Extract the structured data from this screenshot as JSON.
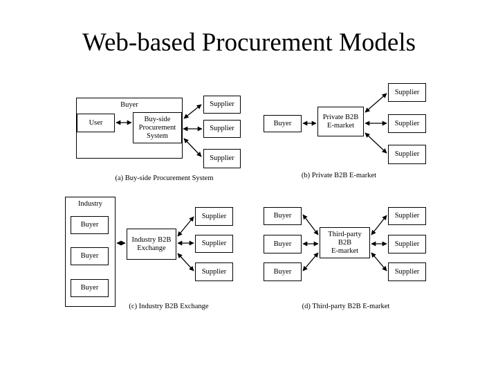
{
  "slide": {
    "title": "Web-based Procurement Models",
    "background_color": "#ffffff",
    "line_color": "#000000"
  },
  "diagrams": {
    "a": {
      "caption": "(a) Buy-side Procurement System",
      "group_label": "Buyer",
      "user_label": "User",
      "system_label": "Buy-side\nProcurement\nSystem",
      "suppliers": [
        "Supplier",
        "Supplier",
        "Supplier"
      ]
    },
    "b": {
      "caption": "(b) Private B2B E-market",
      "buyer_label": "Buyer",
      "market_label": "Private B2B\nE-market",
      "suppliers": [
        "Supplier",
        "Supplier",
        "Supplier"
      ]
    },
    "c": {
      "caption": "(c) Industry B2B Exchange",
      "group_label": "Industry",
      "buyers": [
        "Buyer",
        "Buyer",
        "Buyer"
      ],
      "exchange_label": "Industry B2B\nExchange",
      "suppliers": [
        "Supplier",
        "Supplier",
        "Supplier"
      ]
    },
    "d": {
      "caption": "(d) Third-party B2B E-market",
      "buyers": [
        "Buyer",
        "Buyer",
        "Buyer"
      ],
      "market_label": "Third-party\nB2B\nE-market",
      "suppliers": [
        "Supplier",
        "Supplier",
        "Supplier"
      ]
    }
  }
}
